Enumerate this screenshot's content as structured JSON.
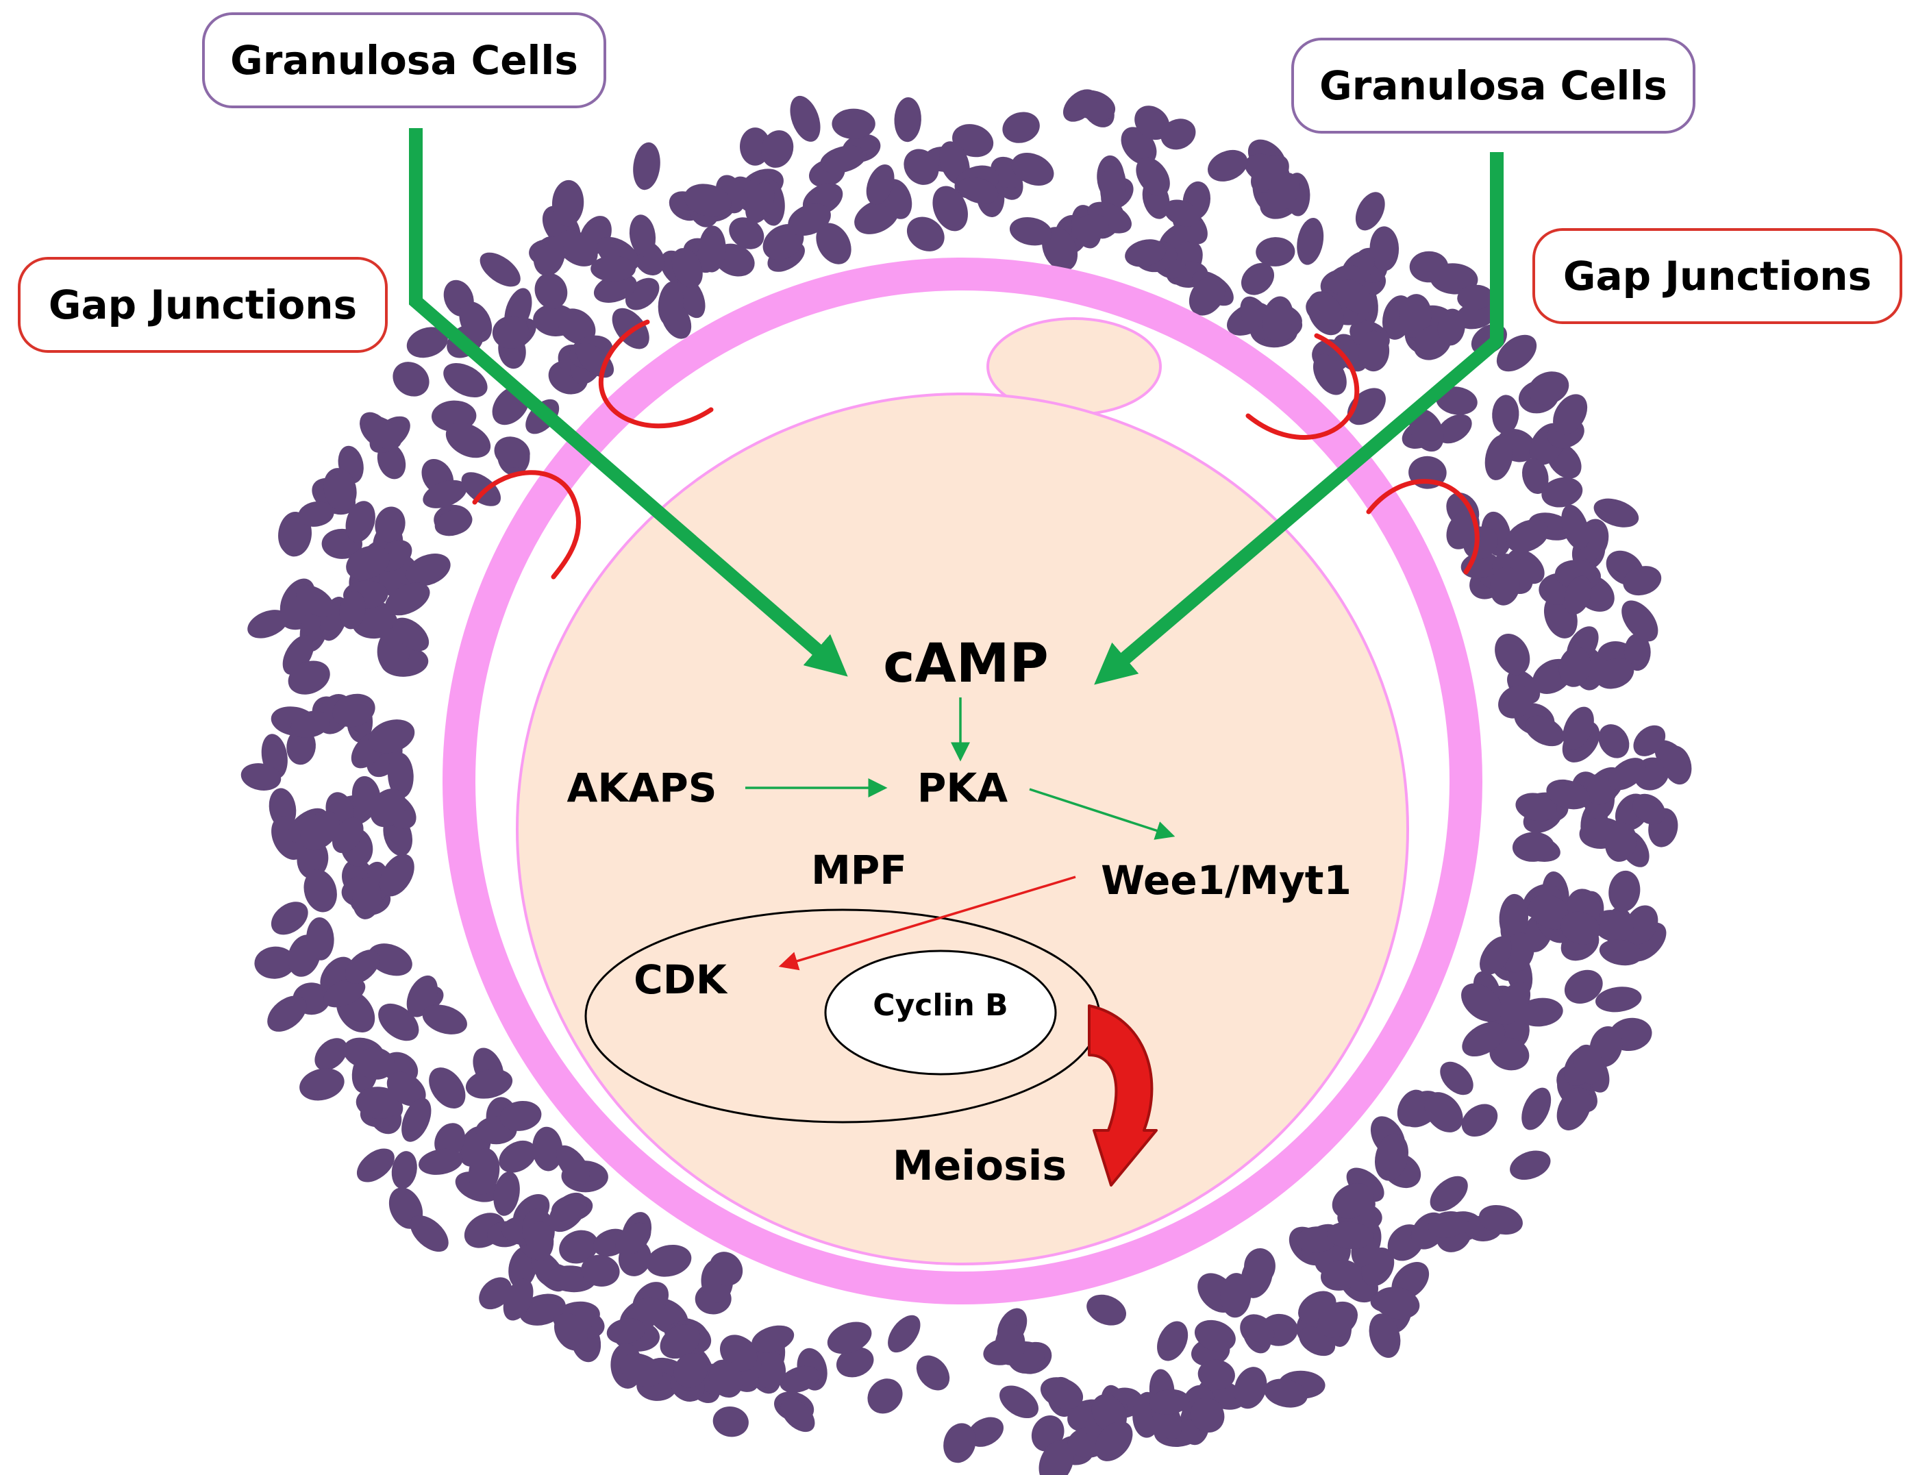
{
  "labels": {
    "granulosa_left": "Granulosa Cells",
    "granulosa_right": "Granulosa Cells",
    "gap_left": "Gap Junctions",
    "gap_right": "Gap Junctions",
    "camp": "cAMP",
    "akaps": "AKAPS",
    "pka": "PKA",
    "wee1_myt1": "Wee1/Myt1",
    "mpf": "MPF",
    "cdk": "CDK",
    "cyclin_b": "Cyclin B",
    "meiosis": "Meiosis"
  },
  "colors": {
    "granulosa_cell": "#5f4578",
    "zona_pellucida": "#f99cf2",
    "oocyte_cytoplasm": "#fde6d5",
    "activation_arrow": "#15a84d",
    "inhibition_arrow": "#e51d1d",
    "gap_junction": "#e51d1d",
    "meiosis_arrow": "#e31a1a"
  }
}
